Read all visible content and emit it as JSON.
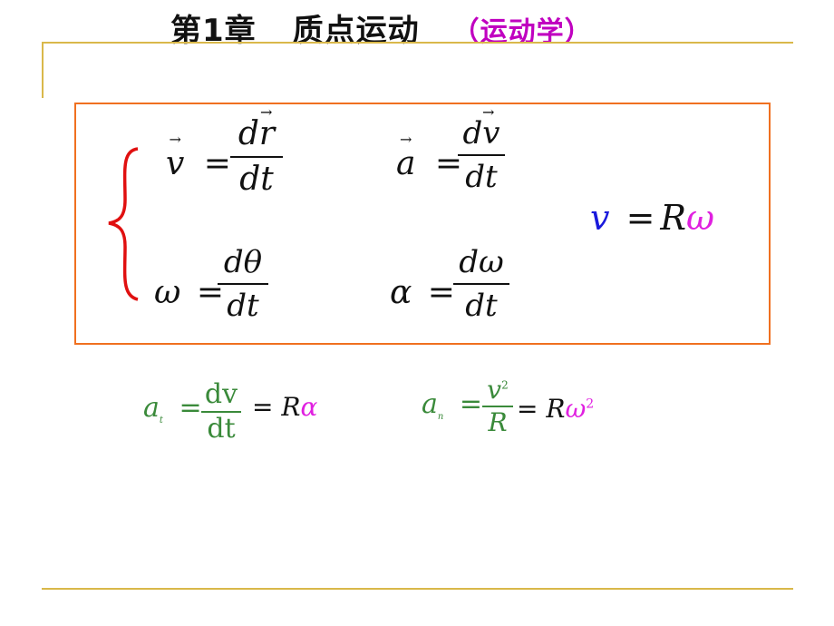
{
  "header": {
    "chapter": "第1章",
    "topic": "质点运动",
    "subtitle": "（运动学）"
  },
  "equations": {
    "velocity": {
      "lhs": "v",
      "equals": "=",
      "num": "dr",
      "den": "dt"
    },
    "acceleration": {
      "lhs": "a",
      "equals": "=",
      "num": "dv",
      "den": "dt"
    },
    "angular_velocity": {
      "lhs": "ω",
      "equals": "=",
      "num": "dθ",
      "den": "dt"
    },
    "angular_acceleration": {
      "lhs": "α",
      "equals": "=",
      "num": "dω",
      "den": "dt"
    },
    "linear_angular": {
      "lhs": "v",
      "equals": "=",
      "rhs_r": "R",
      "rhs_w": "ω"
    },
    "tangential": {
      "lhs": "a",
      "sub": "t",
      "equals": "=",
      "num": "dv",
      "den": "dt",
      "rhs": "= R",
      "rhs_sym": "α"
    },
    "normal": {
      "lhs": "a",
      "sub": "n",
      "equals": "=",
      "num": "v",
      "num_sup": "2",
      "den": "R",
      "rhs": "= R",
      "rhs_sym": "ω",
      "rhs_sup": "2"
    }
  },
  "colors": {
    "frame_line": "#d9b84a",
    "box_border": "#f07020",
    "brace": "#e01010",
    "green": "#3a8a3a",
    "magenta": "#e020e0",
    "blue": "#1a1adc",
    "subtitle": "#c000c0"
  }
}
